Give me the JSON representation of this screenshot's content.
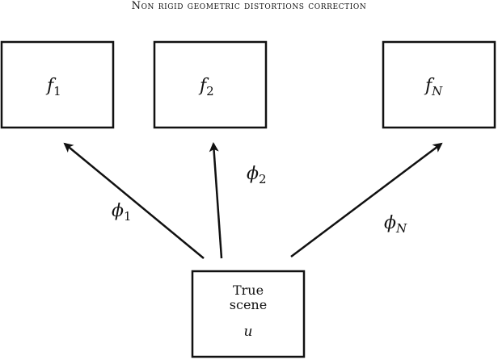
{
  "title": "Non rigid geometric distortions correction",
  "frames": [
    {
      "base": "f",
      "sub": "1"
    },
    {
      "base": "f",
      "sub": "2"
    },
    {
      "base": "f",
      "sub": "N"
    }
  ],
  "scene": {
    "line1": "True",
    "line2": "scene",
    "symbol": "u"
  },
  "arrows": [
    {
      "base": "ϕ",
      "sub": "1"
    },
    {
      "base": "ϕ",
      "sub": "2"
    },
    {
      "base": "ϕ",
      "sub": "N"
    }
  ],
  "colors": {
    "stroke": "#111111",
    "background": "#ffffff"
  }
}
